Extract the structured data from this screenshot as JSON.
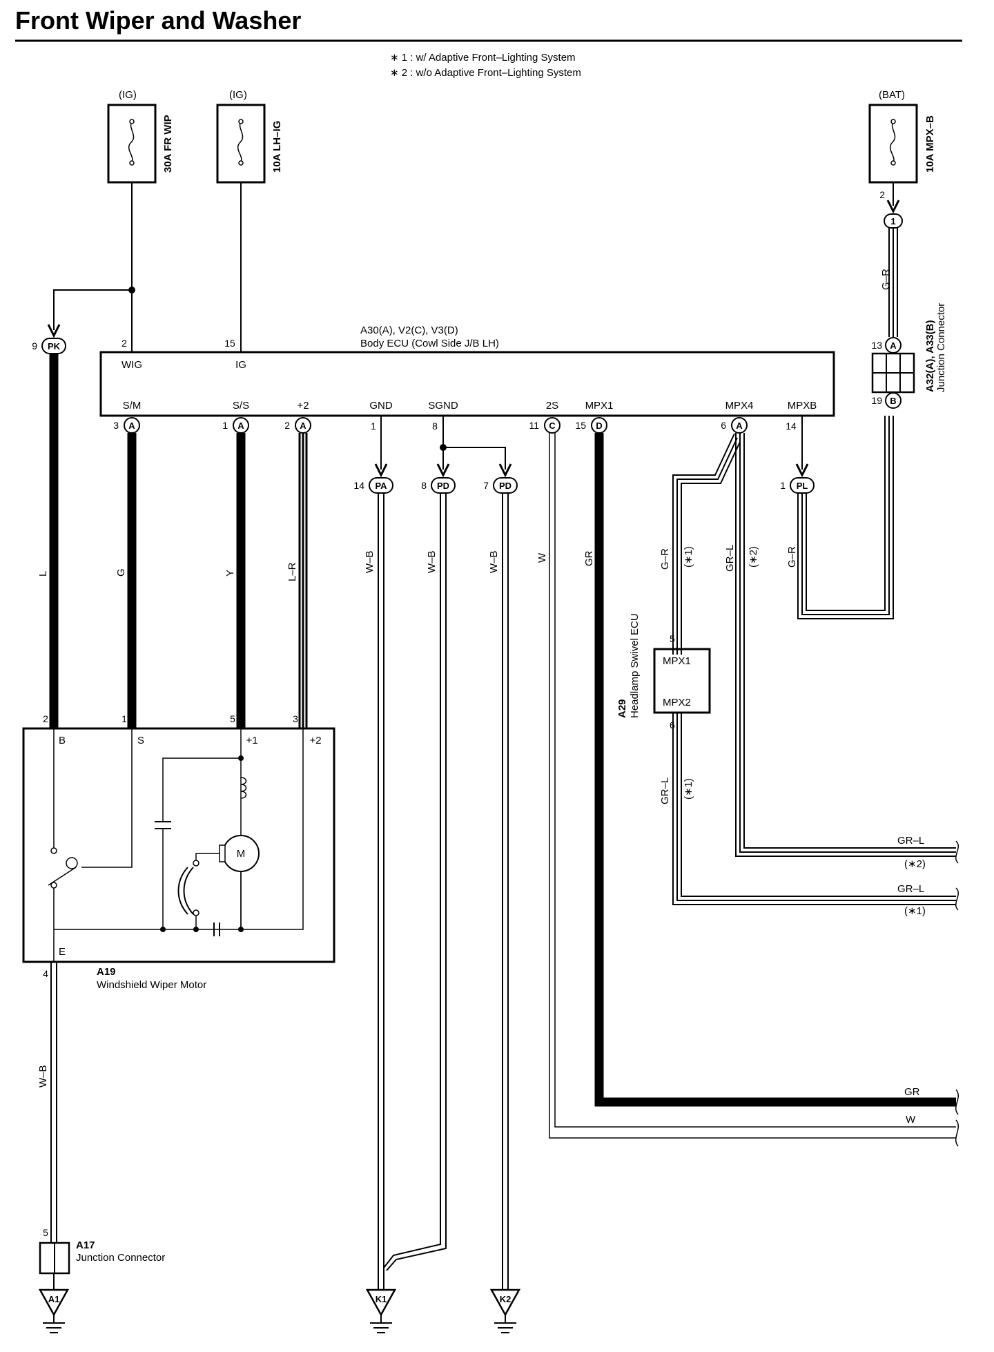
{
  "title": "Front Wiper and Washer",
  "notes": [
    "∗ 1 : w/ Adaptive Front–Lighting System",
    "∗ 2 : w/o Adaptive Front–Lighting System"
  ],
  "fuses": [
    {
      "supply": "(IG)",
      "name": "30A FR WIP"
    },
    {
      "supply": "(IG)",
      "name": "10A LH–IG"
    },
    {
      "supply": "(BAT)",
      "name": "10A MPX–B"
    }
  ],
  "ecu": {
    "code": "A30(A), V2(C), V3(D)",
    "name": "Body ECU (Cowl Side J/B LH)",
    "top_terminals": [
      {
        "pin": "2",
        "name": "WIG"
      },
      {
        "pin": "15",
        "name": "IG"
      }
    ],
    "bottom_terminals": [
      {
        "pin": "3",
        "con": "A",
        "name": "S/M"
      },
      {
        "pin": "1",
        "con": "A",
        "name": "S/S"
      },
      {
        "pin": "2",
        "con": "A",
        "name": "+2"
      },
      {
        "pin": "1",
        "con": "",
        "name": "GND"
      },
      {
        "pin": "8",
        "con": "",
        "name": "SGND"
      },
      {
        "pin": "11",
        "con": "C",
        "name": "2S"
      },
      {
        "pin": "15",
        "con": "D",
        "name": "MPX1"
      },
      {
        "pin": "6",
        "con": "A",
        "name": "MPX4"
      },
      {
        "pin": "14",
        "con": "",
        "name": "MPXB"
      }
    ]
  },
  "inline_connectors": [
    {
      "pin": "9",
      "con": "PK"
    },
    {
      "pin": "14",
      "con": "PA"
    },
    {
      "pin": "8",
      "con": "PD"
    },
    {
      "pin": "7",
      "con": "PD"
    },
    {
      "pin": "1",
      "con": "PL"
    },
    {
      "pin": "2",
      "con": "1"
    }
  ],
  "wire_colors": {
    "l": "L",
    "g": "G",
    "y": "Y",
    "lr": "L–R",
    "wb1": "W–B",
    "wb2": "W–B",
    "wb3": "W–B",
    "wb4": "W–B",
    "w": "W",
    "gr": "GR",
    "gr_upper": "G–R",
    "gr_side": "G–R",
    "gr_mpx": "G–R",
    "grl_mpx4": "GR–L",
    "grl_lower": "GR–L",
    "star1": "(∗1)",
    "star2": "(∗2)"
  },
  "junction_a32": {
    "code": "A32(A), A33(B)",
    "name": "Junction Connector",
    "pins": [
      {
        "pin": "13",
        "con": "A"
      },
      {
        "pin": "19",
        "con": "B"
      }
    ]
  },
  "swivel_ecu": {
    "code": "A29",
    "name": "Headlamp Swivel ECU",
    "terminals": [
      {
        "pin": "5",
        "name": "MPX1"
      },
      {
        "pin": "6",
        "name": "MPX2"
      }
    ]
  },
  "motor": {
    "code": "A19",
    "name": "Windshield Wiper Motor",
    "terminals": [
      {
        "pin": "2",
        "name": "B"
      },
      {
        "pin": "1",
        "name": "S"
      },
      {
        "pin": "5",
        "name": "+1"
      },
      {
        "pin": "3",
        "name": "+2"
      },
      {
        "pin": "4",
        "name": "E"
      }
    ],
    "symbol": "M"
  },
  "junction_a17": {
    "code": "A17",
    "name": "Junction Connector",
    "pin": "5"
  },
  "right_edge_wires": [
    {
      "color": "GR–L",
      "note": "(∗2)"
    },
    {
      "color": "GR–L",
      "note": "(∗1)"
    },
    {
      "color": "GR",
      "note": ""
    },
    {
      "color": "W",
      "note": ""
    }
  ],
  "grounds": [
    "A1",
    "K1",
    "K2"
  ]
}
